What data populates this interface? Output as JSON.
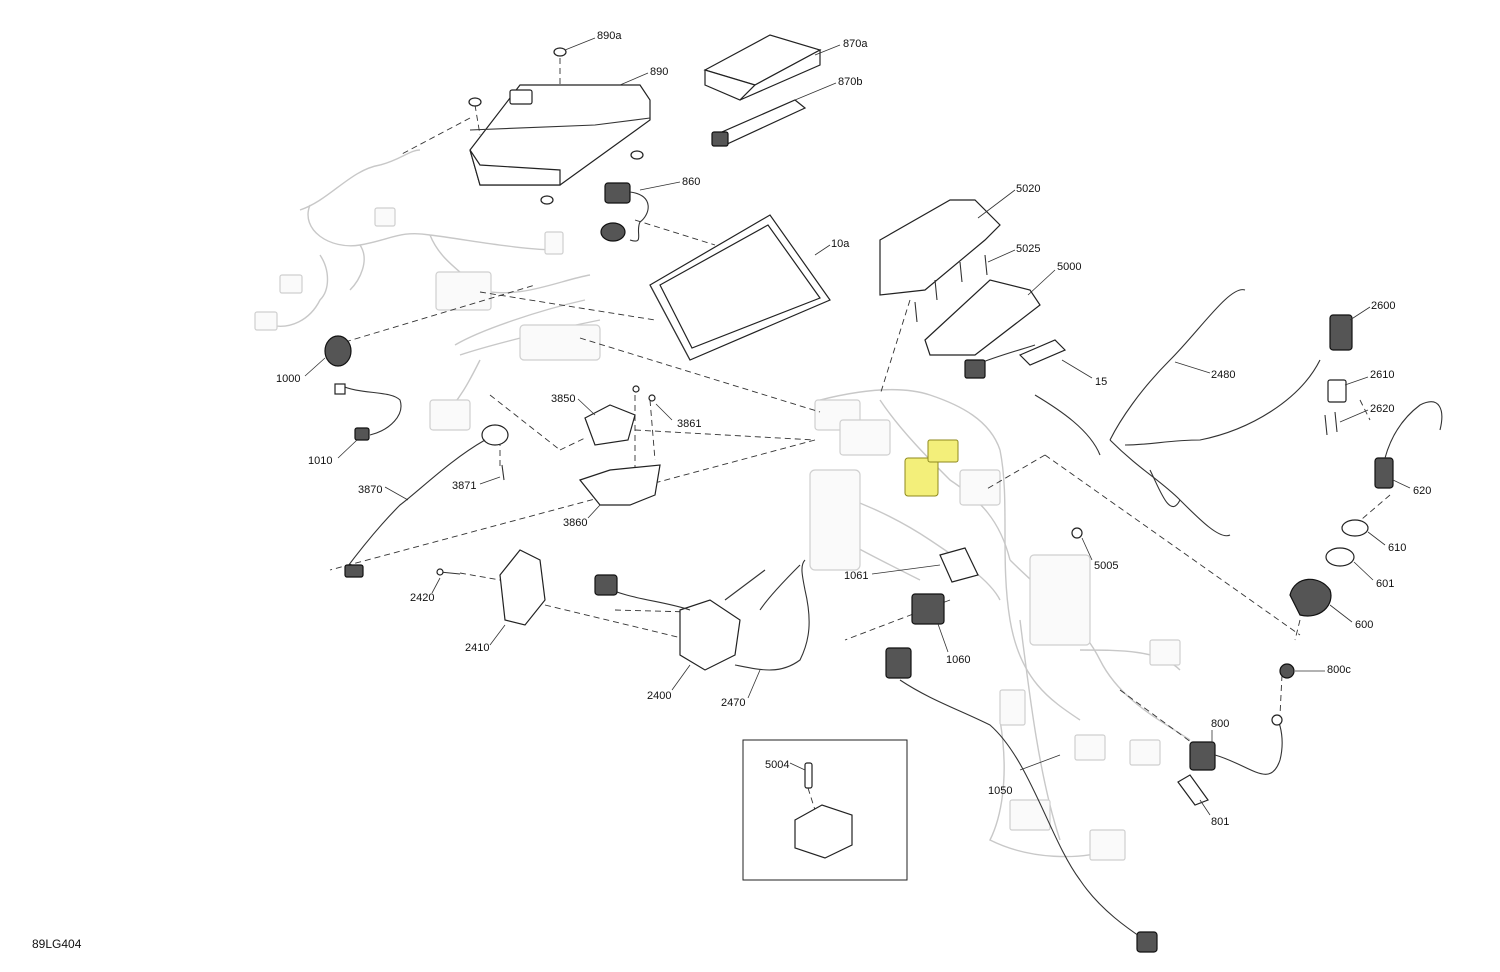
{
  "diagram_code": "89LG404",
  "colors": {
    "highlight": "#f3ef7a",
    "ink": "#222222",
    "ghost": "#c8c8c8"
  },
  "callouts": [
    {
      "id": "890a",
      "label": "890a"
    },
    {
      "id": "890",
      "label": "890"
    },
    {
      "id": "870a",
      "label": "870a"
    },
    {
      "id": "870b",
      "label": "870b"
    },
    {
      "id": "860",
      "label": "860"
    },
    {
      "id": "10a",
      "label": "10a"
    },
    {
      "id": "5020",
      "label": "5020"
    },
    {
      "id": "5025",
      "label": "5025"
    },
    {
      "id": "5000",
      "label": "5000"
    },
    {
      "id": "15",
      "label": "15"
    },
    {
      "id": "2480",
      "label": "2480"
    },
    {
      "id": "2600",
      "label": "2600"
    },
    {
      "id": "2610",
      "label": "2610"
    },
    {
      "id": "2620",
      "label": "2620"
    },
    {
      "id": "620",
      "label": "620"
    },
    {
      "id": "610",
      "label": "610"
    },
    {
      "id": "601",
      "label": "601"
    },
    {
      "id": "600",
      "label": "600"
    },
    {
      "id": "1000",
      "label": "1000"
    },
    {
      "id": "1010",
      "label": "1010"
    },
    {
      "id": "3850",
      "label": "3850"
    },
    {
      "id": "3861",
      "label": "3861"
    },
    {
      "id": "3870",
      "label": "3870"
    },
    {
      "id": "3871",
      "label": "3871"
    },
    {
      "id": "3860",
      "label": "3860"
    },
    {
      "id": "2420",
      "label": "2420"
    },
    {
      "id": "2410",
      "label": "2410"
    },
    {
      "id": "2400",
      "label": "2400"
    },
    {
      "id": "2470",
      "label": "2470"
    },
    {
      "id": "1061",
      "label": "1061"
    },
    {
      "id": "5005",
      "label": "5005"
    },
    {
      "id": "1060",
      "label": "1060"
    },
    {
      "id": "800c",
      "label": "800c"
    },
    {
      "id": "800",
      "label": "800"
    },
    {
      "id": "801",
      "label": "801"
    },
    {
      "id": "1050",
      "label": "1050"
    },
    {
      "id": "5004",
      "label": "5004"
    }
  ]
}
